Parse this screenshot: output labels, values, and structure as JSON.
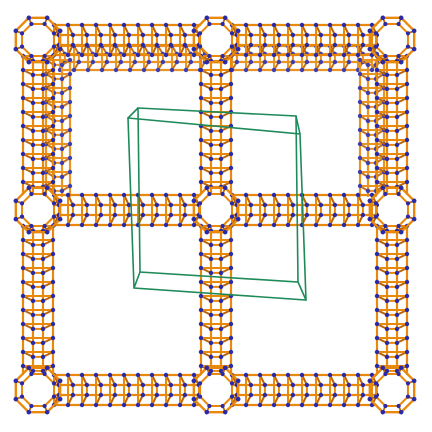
{
  "figure": {
    "description_type": "crystal-framework-model",
    "colors": {
      "background": "#ffffff",
      "bond": "#e8890c",
      "bond_shade": "#b8650a",
      "atom": "#2a2aa8",
      "unit_cell": "#1e8a5a"
    },
    "elements": {
      "tubes": 12,
      "unit_cell": "cube-outline"
    }
  }
}
